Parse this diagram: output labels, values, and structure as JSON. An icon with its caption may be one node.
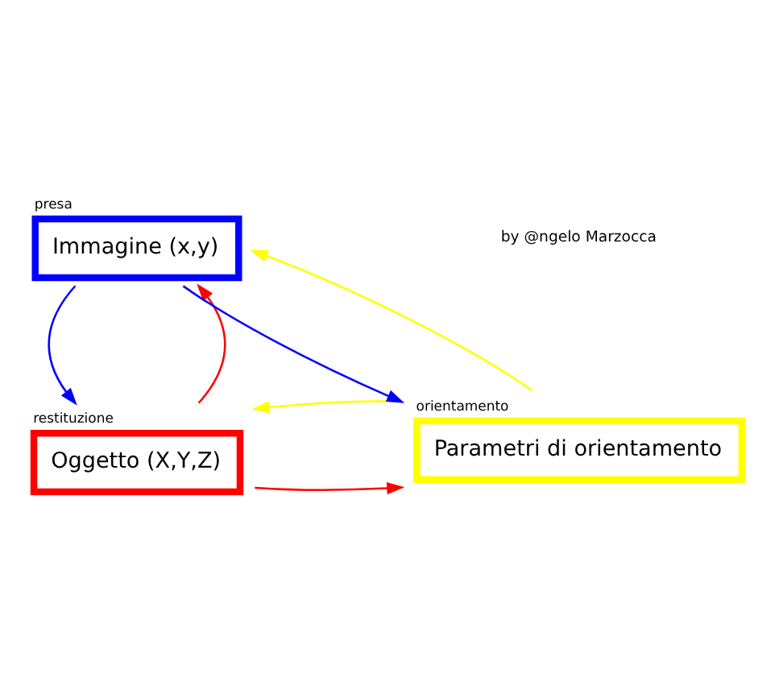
{
  "diagram": {
    "nodes": [
      {
        "text": [
          "restituzione",
          "Oggetto (X,Y,Z)"
        ]
      },
      {
        "text": [
          "orientamento",
          "Parametri di orientamento"
        ]
      },
      {
        "text": [
          "presa",
          "Immagine (x,y)"
        ]
      }
    ],
    "edges": [
      {
        "from": 0,
        "to": 2,
        "arrow": "to",
        "color": "#ff0000"
      },
      {
        "from": 2,
        "to": 0,
        "arrow": "to",
        "color": "#0000ff"
      },
      {
        "from": 0,
        "to": 1,
        "arrow": "to",
        "color": "#ff0000"
      },
      {
        "from": 1,
        "to": 0,
        "arrow": "to",
        "color": "#ffff00"
      },
      {
        "from": 2,
        "to": 1,
        "arrow": "to",
        "color": "#0000ff"
      },
      {
        "from": 1,
        "to": 2,
        "arrow": "to",
        "color": "#ffff00"
      }
    ],
    "labels": [
      "by @ngelo Marzocca"
    ]
  }
}
